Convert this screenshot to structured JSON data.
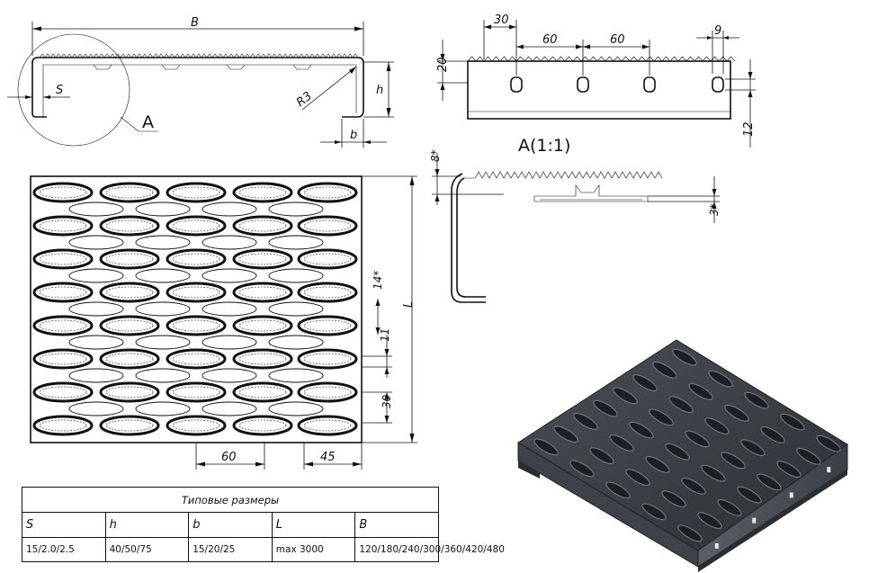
{
  "labels": {
    "B": "B",
    "S": "S",
    "A": "A",
    "R3": "R3",
    "h": "h",
    "b": "b",
    "L": "L",
    "dim_20": "20",
    "dim_30_top": "30",
    "dim_60_a": "60",
    "dim_60_b": "60",
    "dim_9": "9",
    "dim_12": "12",
    "detail_title": "A(1:1)",
    "dim_8": "8*",
    "dim_3": "3*",
    "dim_14": "14*",
    "dim_11": "11",
    "dim_30_plan": "30",
    "dim_60_plan": "60",
    "dim_45_plan": "45"
  },
  "table": {
    "title": "Типовые размеры",
    "columns": [
      "S",
      "h",
      "b",
      "L",
      "B"
    ],
    "values": [
      "15/2.0/2.5",
      "40/50/75",
      "15/20/25",
      "max 3000",
      "120/180/240/300/360/420/480"
    ]
  }
}
